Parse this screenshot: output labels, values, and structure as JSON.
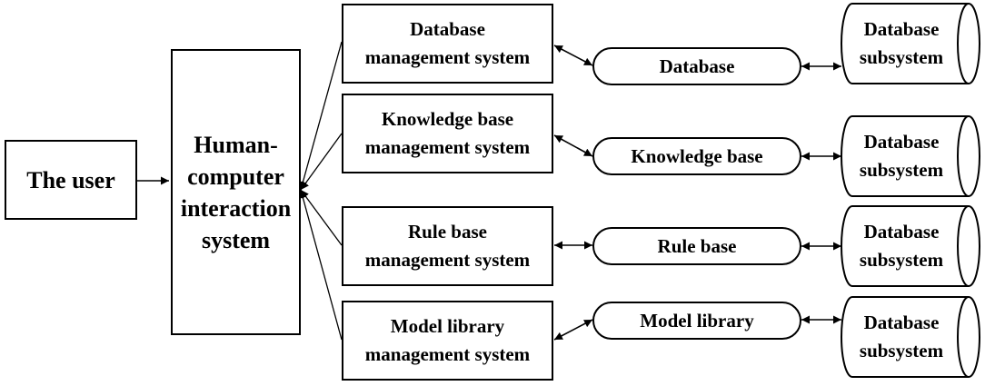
{
  "diagram": {
    "user_label": "The user",
    "hci_label": "Human-\ncomputer\ninteraction\nsystem",
    "rows": [
      {
        "management": "Database\nmanagement system",
        "store": "Database",
        "subsystem": "Database\nsubsystem"
      },
      {
        "management": "Knowledge base\nmanagement system",
        "store": "Knowledge base",
        "subsystem": "Database\nsubsystem"
      },
      {
        "management": "Rule base\nmanagement system",
        "store": "Rule base",
        "subsystem": "Database\nsubsystem"
      },
      {
        "management": "Model library\nmanagement system",
        "store": "Model library",
        "subsystem": "Database\nsubsystem"
      }
    ]
  }
}
